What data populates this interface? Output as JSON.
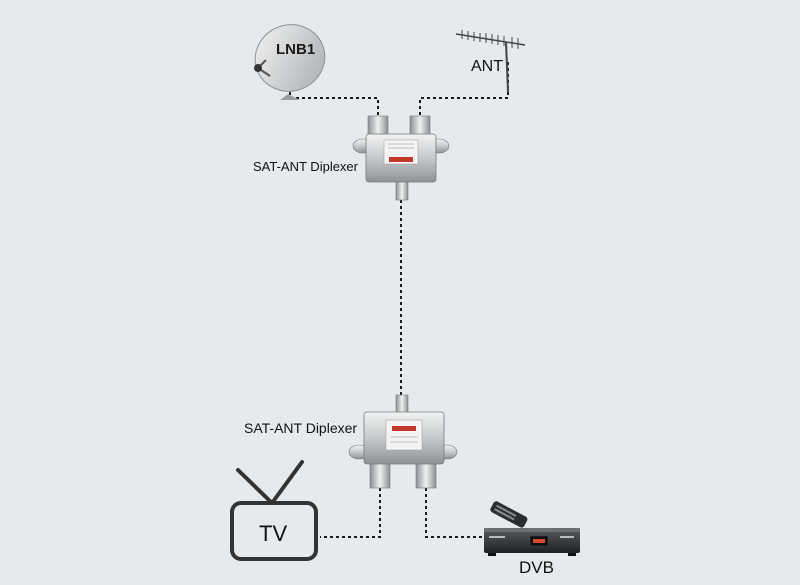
{
  "labels": {
    "lnb": "LNB1",
    "ant": "ANT",
    "diplexer_top": "SAT-ANT Diplexer",
    "diplexer_bottom": "SAT-ANT Diplexer",
    "tv": "TV",
    "dvb": "DVB"
  },
  "colors": {
    "background": "#e6eaec",
    "cable": "#1a1a1a",
    "metal": "#c9ccce",
    "metal_dark": "#8d9194",
    "tv_outline": "#333333"
  }
}
